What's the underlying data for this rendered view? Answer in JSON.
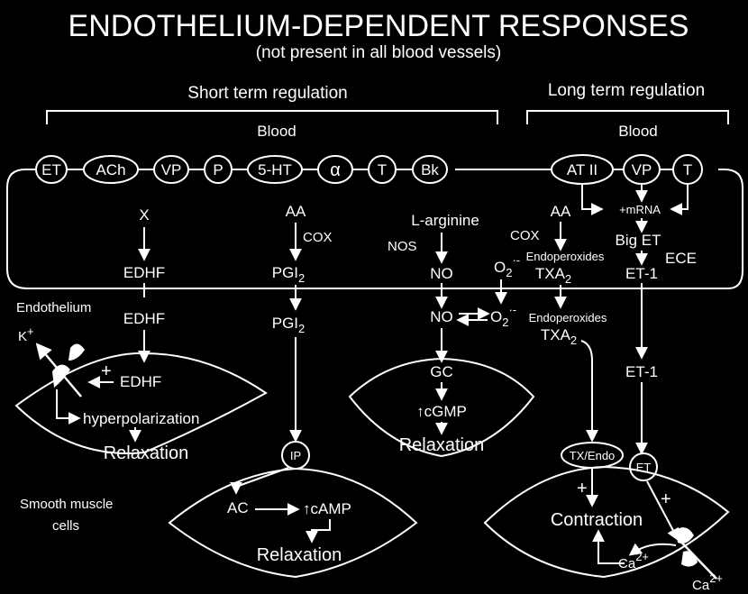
{
  "title": "ENDOTHELIUM-DEPENDENT RESPONSES",
  "subtitle": "(not present in all blood vessels)",
  "sections": {
    "short_term": "Short term regulation",
    "long_term": "Long term regulation"
  },
  "blood_label": "Blood",
  "short_agonists": [
    "ET",
    "ACh",
    "VP",
    "P",
    "5-HT",
    "α",
    "T",
    "Bk"
  ],
  "long_agonists": [
    "AT II",
    "VP",
    "T"
  ],
  "labels": {
    "endothelium": "Endothelium",
    "smooth_muscle_1": "Smooth muscle",
    "smooth_muscle_2": "cells",
    "x": "X",
    "edhf": "EDHF",
    "aa": "AA",
    "cox": "COX",
    "pgi": "PGI",
    "sub2": "2",
    "l_arginine": "L-arginine",
    "nos": "NOS",
    "no": "NO",
    "o": "O",
    "superscript": "·-",
    "mrna": "+mRNA",
    "big_et": "Big ET",
    "ece": "ECE",
    "et1": "ET-1",
    "endoperoxides": "Endoperoxides",
    "txa": "TXA",
    "k_plus": "K",
    "plus": "+",
    "hyperpolarization": "hyperpolarization",
    "relaxation": "Relaxation",
    "ip": "IP",
    "ac": "AC",
    "camp": "cAMP",
    "gc": "GC",
    "cgmp": "cGMP",
    "up_arrow": "↑",
    "tx_endo": "TX/Endo",
    "et_receptor": "ET",
    "contraction": "Contraction",
    "ca": "Ca",
    "ca_sup": "2+"
  }
}
